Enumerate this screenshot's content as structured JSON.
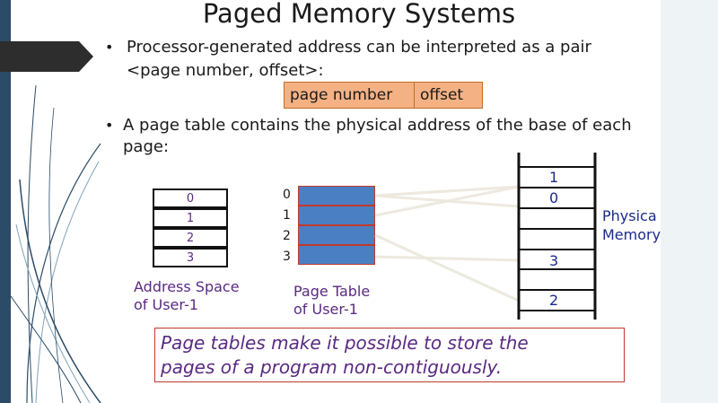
{
  "slide": {
    "title": "Paged Memory Systems",
    "bullet1_line1": "Processor-generated address can be interpreted as a pair",
    "bullet1_line2": "<page number, offset>:",
    "address_fields": [
      "page number",
      "offset"
    ],
    "bullet2_line1": "A page table contains the physical address of the base of each",
    "bullet2_line2": "page:",
    "address_space": {
      "entries": [
        "0",
        "1",
        "2",
        "3"
      ],
      "caption_line1": "Address Space",
      "caption_line2": "of User-1"
    },
    "page_table": {
      "indices": [
        "0",
        "1",
        "2",
        "3"
      ],
      "caption_line1": "Page Table",
      "caption_line2": "of User-1"
    },
    "physical_memory": {
      "slot_labels": [
        "1",
        "0",
        "",
        "",
        "3",
        "",
        "2",
        ""
      ],
      "caption_line1": "Physica",
      "caption_line2": "Memory"
    },
    "note_line1": "Page tables make it possible to store the",
    "note_line2": "pages of a program non-contiguously."
  },
  "colors": {
    "left_bar": "#2b4b66",
    "address_box_fill": "#f4b183",
    "page_table_fill": "#4b7fc4",
    "caption_text": "#5a2a82",
    "note_border": "#c0392b"
  }
}
